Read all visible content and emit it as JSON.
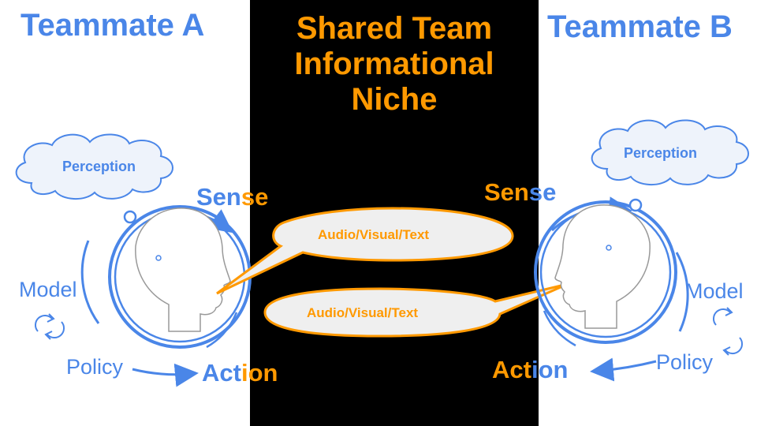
{
  "colors": {
    "blue": "#4a86e8",
    "orange": "#ff9900",
    "black": "#000000",
    "bubble_fill": "#efefef",
    "cloud_fill": "#eef3fb",
    "head_stroke": "#999999"
  },
  "teammate_a": {
    "title": "Teammate A",
    "cloud": "Perception",
    "sense_prefix": "Sen",
    "sense_suffix": "se",
    "model": "Model",
    "policy": "Policy",
    "action_prefix": "Act",
    "action_suffix": "ion"
  },
  "center": {
    "line1": "Shared Team",
    "line2": "Informational",
    "line3": "Niche",
    "bubble_top": "Audio/Visual/Text",
    "bubble_bottom": "Audio/Visual/Text"
  },
  "teammate_b": {
    "title": "Teammate B",
    "cloud": "Perception",
    "sense_prefix": "Sen",
    "sense_suffix": "se",
    "model": "Model",
    "policy": "Policy",
    "action_prefix": "Act",
    "action_suffix": "ion"
  },
  "icons": {
    "head_a": "head-profile-icon",
    "head_b": "head-profile-icon",
    "cycle_a": "cycle-arrows-icon",
    "cycle_b": "cycle-arrows-icon"
  }
}
